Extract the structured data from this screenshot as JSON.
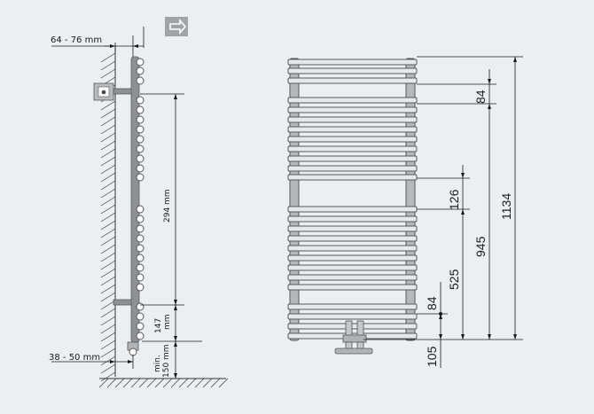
{
  "side_view": {
    "wall_gap": "64 - 76 mm",
    "top_offset": "38 - 50 mm",
    "pitch_upper": "294 mm",
    "pitch_lower_value": "147",
    "pitch_lower_unit": "mm",
    "floor_min": "min.",
    "floor_value": "150 mm"
  },
  "front_view": {
    "dim_top_bar": "84",
    "dim_gap": "126",
    "dim_total": "1134",
    "dim_mid": "945",
    "dim_lower": "525",
    "dim_bottom_bar": "84",
    "dim_base": "105"
  },
  "colors": {
    "background": "#eceff1",
    "arrow_box": "#a0a4a8",
    "pipe": "#8d9094"
  },
  "icons": {
    "direction": "arrow-right-icon"
  }
}
